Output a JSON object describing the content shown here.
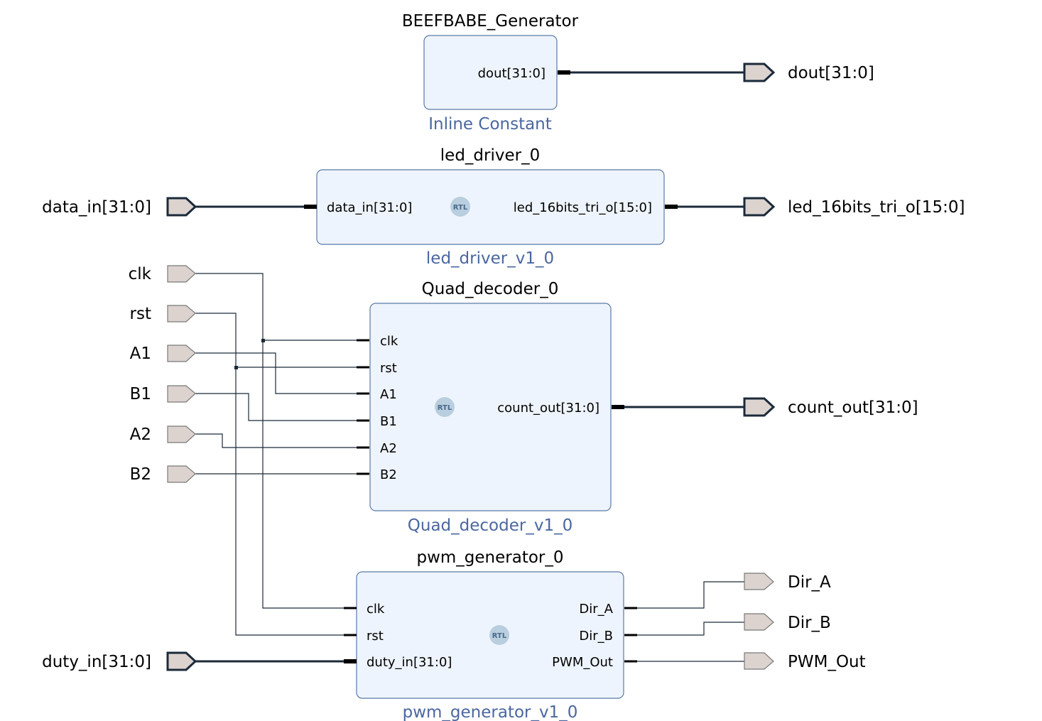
{
  "cells": {
    "beefbabe": {
      "instance": "BEEFBABE_Generator",
      "type": "Inline Constant",
      "pins": {
        "dout": "dout[31:0]"
      }
    },
    "led_driver": {
      "instance": "led_driver_0",
      "type": "led_driver_v1_0",
      "pins": {
        "data_in": "data_in[31:0]",
        "led": "led_16bits_tri_o[15:0]"
      },
      "badge": "RTL"
    },
    "quad_decoder": {
      "instance": "Quad_decoder_0",
      "type": "Quad_decoder_v1_0",
      "pins": {
        "clk": "clk",
        "rst": "rst",
        "a1": "A1",
        "b1": "B1",
        "a2": "A2",
        "b2": "B2",
        "count_out": "count_out[31:0]"
      },
      "badge": "RTL"
    },
    "pwm": {
      "instance": "pwm_generator_0",
      "type": "pwm_generator_v1_0",
      "pins": {
        "clk": "clk",
        "rst": "rst",
        "duty_in": "duty_in[31:0]",
        "dir_a": "Dir_A",
        "dir_b": "Dir_B",
        "pwm_out": "PWM_Out"
      },
      "badge": "RTL"
    }
  },
  "ports": {
    "inputs": {
      "data_in": "data_in[31:0]",
      "clk": "clk",
      "rst": "rst",
      "a1": "A1",
      "b1": "B1",
      "a2": "A2",
      "b2": "B2",
      "duty_in": "duty_in[31:0]"
    },
    "outputs": {
      "dout": "dout[31:0]",
      "led": "led_16bits_tri_o[15:0]",
      "count_out": "count_out[31:0]",
      "dir_a": "Dir_A",
      "dir_b": "Dir_B",
      "pwm_out": "PWM_Out"
    }
  }
}
